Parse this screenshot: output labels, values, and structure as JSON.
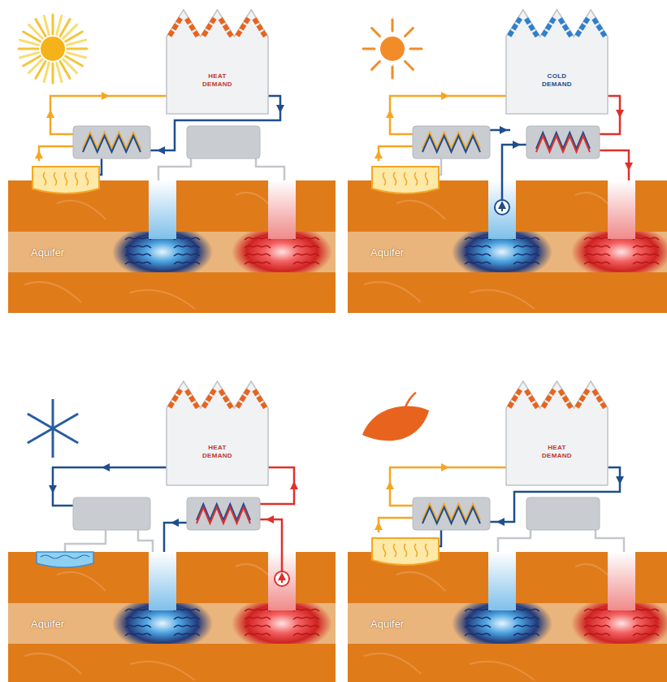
{
  "diagram": {
    "nodes": [
      {
        "text": [
          "HEAT DEMAND"
        ]
      },
      {
        "text": [
          "Aquifer"
        ]
      },
      {
        "text": [
          "COLD DEMAND"
        ]
      },
      {
        "text": [
          "Aquifer"
        ]
      },
      {
        "text": [
          "HEAT DEMAND"
        ]
      },
      {
        "text": [
          "Aquifer"
        ]
      },
      {
        "text": [
          "HEAT DEMAND"
        ]
      },
      {
        "text": [
          "Aquifer"
        ]
      }
    ]
  }
}
